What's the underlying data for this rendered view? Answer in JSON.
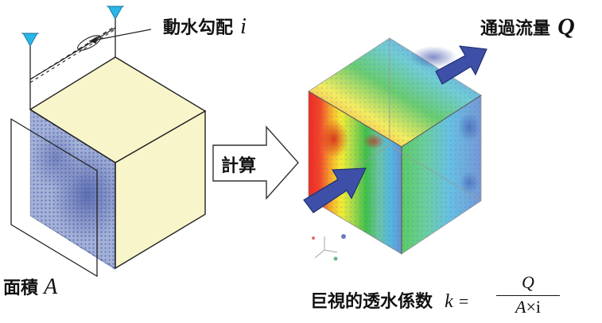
{
  "labels": {
    "hydraulic_gradient": "動水勾配",
    "hydraulic_gradient_var": "i",
    "flow_rate": "通過流量",
    "flow_rate_var": "Q",
    "area": "面積",
    "area_var": "A",
    "compute": "計算",
    "macro_permeability": "巨視的透水係数",
    "k_var": "k",
    "equals": "=",
    "numerator": "Q",
    "denominator_a": "A",
    "times": "×",
    "denominator_i": "i"
  },
  "colors": {
    "cube_face": "#f8f5cb",
    "water_marker": "#29b6e8",
    "flow_arrow": "#3d4fa6",
    "mesh_blue": "#3f58b4"
  }
}
